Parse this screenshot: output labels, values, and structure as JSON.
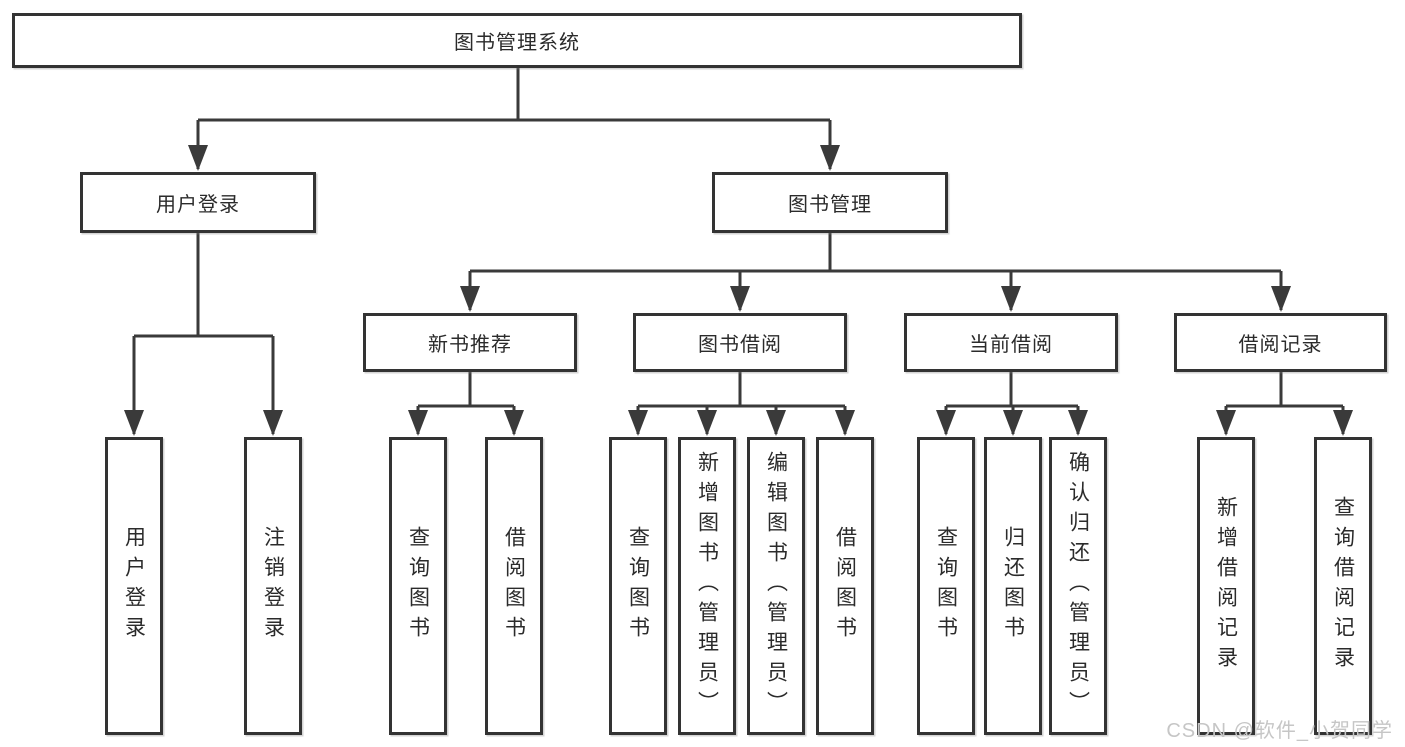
{
  "title": "图书管理系统",
  "branches": [
    {
      "label": "用户登录",
      "children": [
        "用户登录",
        "注销登录"
      ]
    },
    {
      "label": "图书管理",
      "sub": [
        {
          "label": "新书推荐",
          "children": [
            "查询图书",
            "借阅图书"
          ]
        },
        {
          "label": "图书借阅",
          "children": [
            "查询图书",
            "新增图书（管理员）",
            "编辑图书（管理员）",
            "借阅图书"
          ]
        },
        {
          "label": "当前借阅",
          "children": [
            "查询图书",
            "归还图书",
            "确认归还（管理员）"
          ]
        },
        {
          "label": "借阅记录",
          "children": [
            "新增借阅记录",
            "查询借阅记录"
          ]
        }
      ]
    }
  ],
  "watermark": "CSDN @软件_小贺同学",
  "colors": {
    "line": "#3a3a3a",
    "box_border": "#333333",
    "text": "#2b2b2b",
    "watermark": "#c6c6c6",
    "background": "#ffffff"
  }
}
